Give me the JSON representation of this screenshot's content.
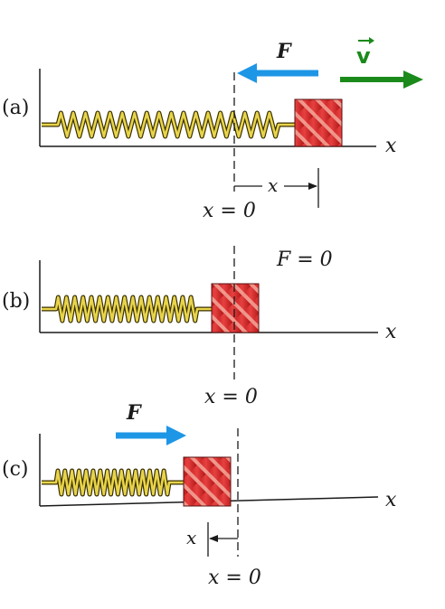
{
  "colors": {
    "force_arrow": "#1e96e6",
    "velocity_arrow": "#1a8a1a",
    "spring": "#e8d44a",
    "block": "#d42a2a",
    "line": "#1a1a1a"
  },
  "panels": [
    {
      "label": "(a)",
      "axis_label": "x",
      "origin_label": "x = 0",
      "force_label": "F",
      "force_direction": "left",
      "velocity_label": "v",
      "velocity_direction": "right",
      "displacement_label": "x",
      "spring_state": "stretched",
      "spring_coils": 18
    },
    {
      "label": "(b)",
      "axis_label": "x",
      "origin_label": "x = 0",
      "force_label": "F = 0",
      "spring_state": "relaxed",
      "spring_coils": 17
    },
    {
      "label": "(c)",
      "axis_label": "x",
      "origin_label": "x = 0",
      "force_label": "F",
      "force_direction": "right",
      "displacement_label": "x",
      "spring_state": "compressed",
      "spring_coils": 16
    }
  ]
}
